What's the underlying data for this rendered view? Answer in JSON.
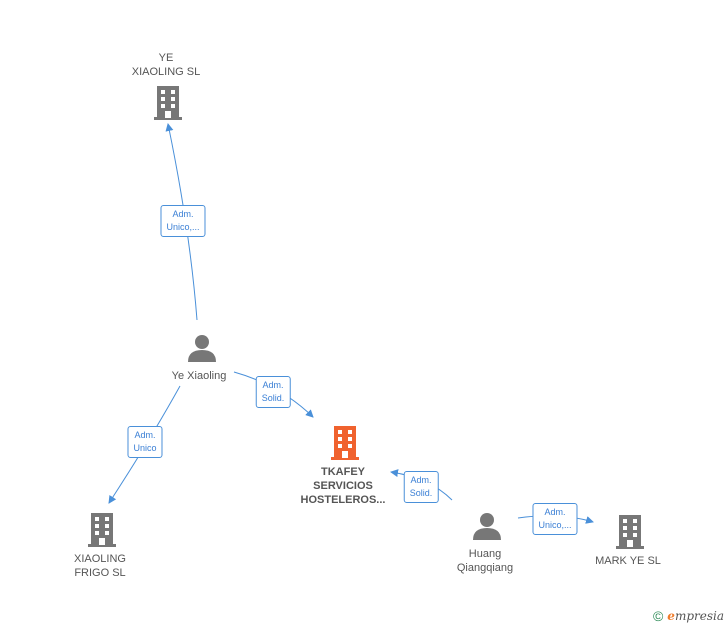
{
  "colors": {
    "edge": "#4a90d9",
    "icon": "#777777",
    "main_company": "#f0622e"
  },
  "nodes": {
    "ye_xiaoling_sl": {
      "label_lines": [
        "YE",
        "XIAOLING SL"
      ],
      "icon": "building-icon"
    },
    "ye_xiaoling": {
      "label_lines": [
        "Ye Xiaoling"
      ],
      "icon": "person-icon"
    },
    "xiaoling_frigo": {
      "label_lines": [
        "XIAOLING",
        "FRIGO SL"
      ],
      "icon": "building-icon"
    },
    "tkafey": {
      "label_lines": [
        "TKAFEY",
        "SERVICIOS",
        "HOSTELEROS..."
      ],
      "icon": "building-icon"
    },
    "huang": {
      "label_lines": [
        "Huang",
        "Qiangqiang"
      ],
      "icon": "person-icon"
    },
    "mark_ye": {
      "label_lines": [
        "MARK YE  SL"
      ],
      "icon": "building-icon"
    }
  },
  "edges": {
    "e1": {
      "lines": [
        "Adm.",
        "Unico,..."
      ]
    },
    "e2": {
      "lines": [
        "Adm.",
        "Solid."
      ]
    },
    "e3": {
      "lines": [
        "Adm.",
        "Unico"
      ]
    },
    "e4": {
      "lines": [
        "Adm.",
        "Solid."
      ]
    },
    "e5": {
      "lines": [
        "Adm.",
        "Unico,..."
      ]
    }
  },
  "footer": {
    "copyright": "©",
    "brand_initial": "e",
    "brand_rest": "mpresia"
  }
}
